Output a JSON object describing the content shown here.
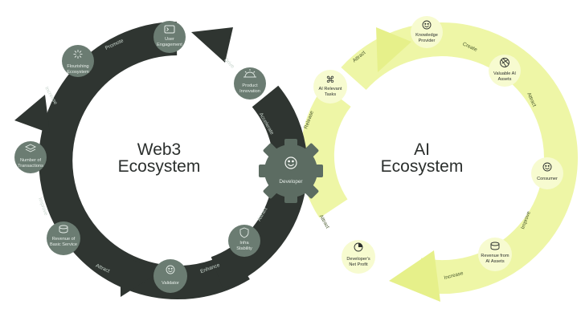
{
  "web3": {
    "title_line1": "Web3",
    "title_line2": "Ecosystem",
    "nodes": {
      "user_engagement": [
        "User",
        "Engagement"
      ],
      "flourishing_ecosystem": [
        "Flourishing",
        "Ecosystem"
      ],
      "number_of_transactions": [
        "Number of",
        "Transactions"
      ],
      "revenue_of_basic_service": [
        "Revenue of",
        "Basic Service"
      ],
      "validator": [
        "Validator"
      ],
      "infra_stability": [
        "Infra",
        "Stability"
      ],
      "product_innovation": [
        "Product",
        "Innovation"
      ]
    },
    "verbs": {
      "promote": "Promote",
      "increase": "Increase",
      "improve": "Improve",
      "attract": "Attract",
      "enhance": "Enhance",
      "attract_2": "Attract",
      "accelerate": "Accelerate",
      "drive": "Drive"
    }
  },
  "developer": {
    "label": "Developer"
  },
  "ai": {
    "title_line1": "AI",
    "title_line2": "Ecosystem",
    "nodes": {
      "knowledge_provider": [
        "Knowledge",
        "Provider"
      ],
      "valuable_ai_assets": [
        "Valuable AI",
        "Assets"
      ],
      "consumer": [
        "Consumer"
      ],
      "revenue_from_ai_assets": [
        "Revenue from",
        "AI Assets"
      ],
      "developers_net_profit": [
        "Developer's",
        "Net Profit"
      ],
      "ai_relevant_tasks": [
        "AI Relevant",
        "Tasks"
      ]
    },
    "verbs": {
      "create": "Create",
      "attract": "Attract",
      "improve": "Improve",
      "increase": "Increase",
      "attract_2": "Attract",
      "release": "Release",
      "attract_3": "Attract"
    }
  },
  "colors": {
    "dark_ring": "#2f3531",
    "dark_node": "#6b7c72",
    "light_ring": "#eef6a6",
    "light_node": "#f7fbd0",
    "gear": "#5c6c62"
  },
  "icons": {
    "user_engagement": "terminal-icon",
    "flourishing_ecosystem": "sparkle-icon",
    "number_of_transactions": "layers-icon",
    "revenue_of_basic_service": "coins-icon",
    "validator": "smile-icon",
    "infra_stability": "shield-icon",
    "product_innovation": "sunrise-icon",
    "developer": "smile-icon",
    "knowledge_provider": "smile-icon",
    "valuable_ai_assets": "aperture-icon",
    "consumer": "smile-icon",
    "revenue_from_ai_assets": "coins-icon",
    "developers_net_profit": "pie-icon",
    "ai_relevant_tasks": "command-icon"
  }
}
